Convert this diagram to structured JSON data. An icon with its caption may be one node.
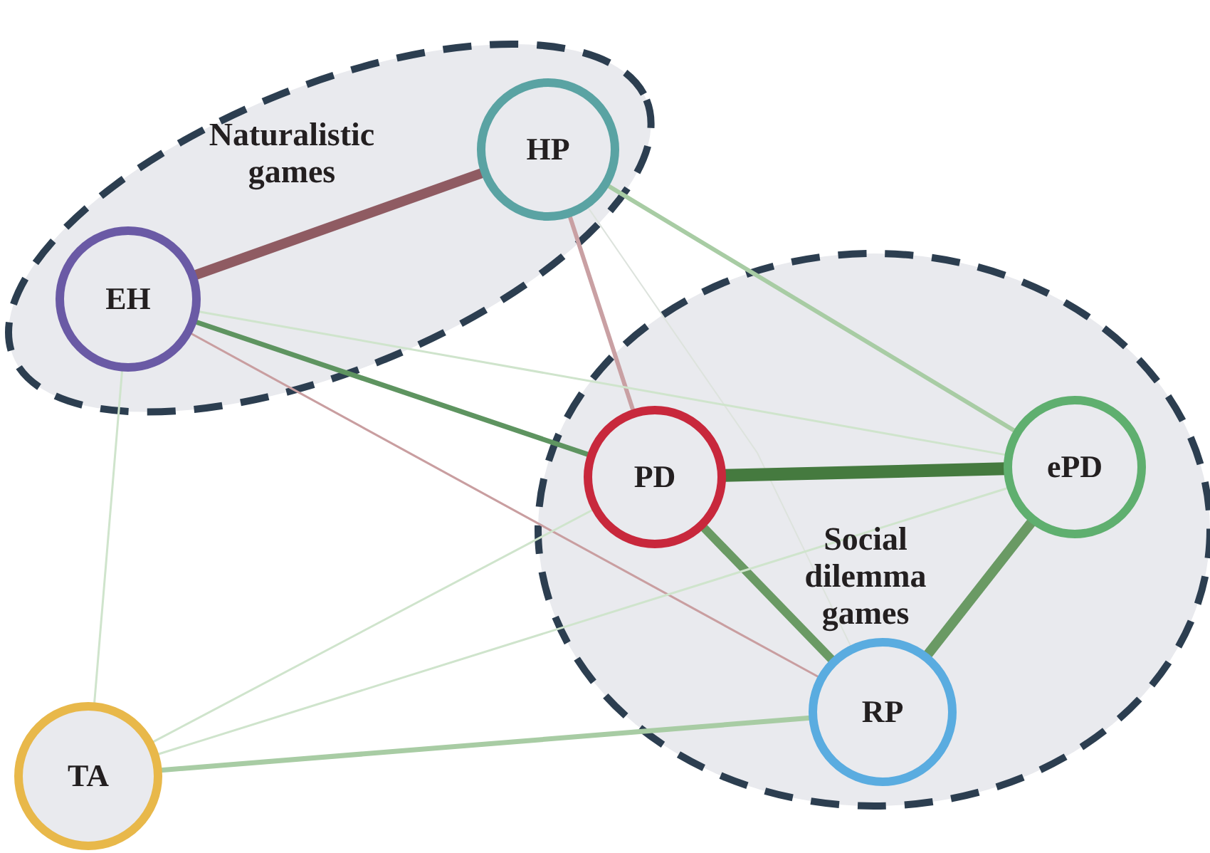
{
  "diagram": {
    "nodes": [
      {
        "text": [
          "Naturalistic games"
        ]
      },
      {
        "text": [
          "HP"
        ],
        "in": 0
      },
      {
        "text": [
          "EH"
        ],
        "in": 0
      },
      {
        "text": [
          "Social dilemma games"
        ]
      },
      {
        "text": [
          "PD"
        ],
        "in": 3
      },
      {
        "text": [
          "ePD"
        ],
        "in": 3
      },
      {
        "text": [
          "RP"
        ],
        "in": 3
      },
      {
        "text": [
          "TA"
        ]
      }
    ],
    "edges": [
      {
        "from": 2,
        "to": 1,
        "arrow": "none",
        "style": "thick",
        "color": "#8f5b62"
      },
      {
        "from": 1,
        "to": 4,
        "arrow": "none",
        "color": "#c9a0a3"
      },
      {
        "from": 1,
        "to": 5,
        "arrow": "none",
        "color": "#a8cca4"
      },
      {
        "from": 1,
        "to": 6,
        "arrow": "none",
        "color": "#dde3dd"
      },
      {
        "from": 2,
        "to": 4,
        "arrow": "none",
        "color": "#5e9460"
      },
      {
        "from": 2,
        "to": 5,
        "arrow": "none"
      },
      {
        "from": 2,
        "to": 6,
        "arrow": "none",
        "color": "#c99ea0"
      },
      {
        "from": 2,
        "to": 7,
        "arrow": "none"
      },
      {
        "from": 4,
        "to": 5,
        "arrow": "none",
        "style": "thick",
        "color": "#457a3f"
      },
      {
        "from": 4,
        "to": 6,
        "arrow": "none",
        "style": "thick",
        "color": "#6a9a64"
      },
      {
        "from": 5,
        "to": 6,
        "arrow": "none",
        "style": "thick",
        "color": "#6a9a64"
      },
      {
        "from": 7,
        "to": 4,
        "arrow": "none"
      },
      {
        "from": 7,
        "to": 5,
        "arrow": "none"
      },
      {
        "from": 7,
        "to": 6,
        "arrow": "none",
        "color": "#a8cca4"
      }
    ]
  }
}
